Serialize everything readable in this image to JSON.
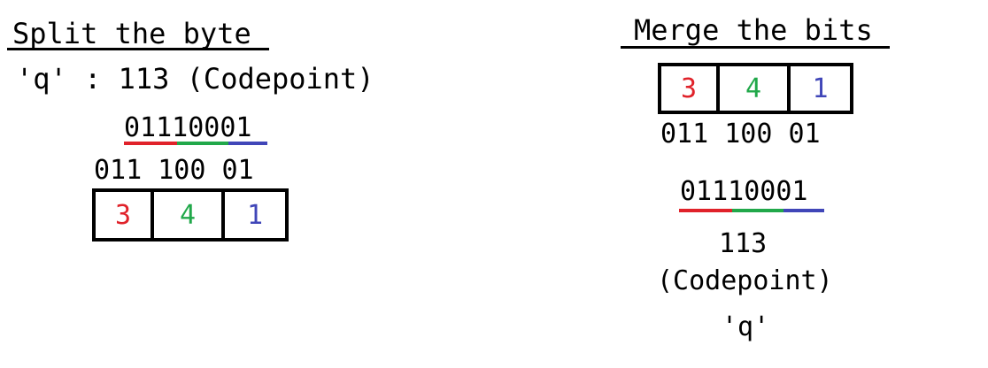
{
  "split": {
    "title": "Split the byte",
    "char_line": "'q' : 113 (Codepoint)",
    "binary": "01110001",
    "groups_line": "011 100 01",
    "values": [
      "3",
      "4",
      "1"
    ]
  },
  "merge": {
    "title": "Merge the bits",
    "values": [
      "3",
      "4",
      "1"
    ],
    "groups_line": "011 100 01",
    "binary": "01110001",
    "codepoint": "113",
    "codepoint_label": "(Codepoint)",
    "char": "'q'"
  },
  "colors": {
    "red": "#e0222a",
    "green": "#21a84a",
    "blue": "#4046b8"
  }
}
